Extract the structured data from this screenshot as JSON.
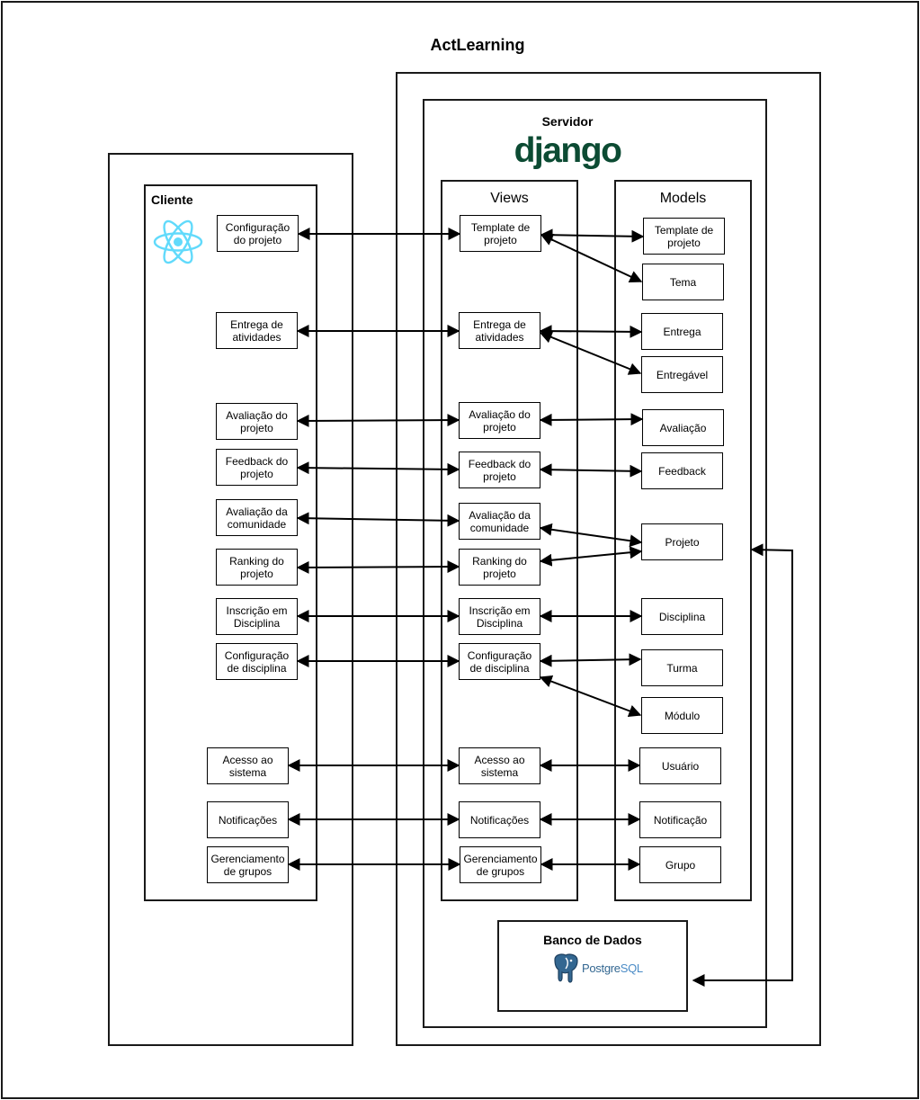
{
  "diagram": {
    "title": "ActLearning",
    "server": {
      "title": "Servidor",
      "framework_logo": "django",
      "framework_logo_color": "#0c4b33"
    },
    "client": {
      "title": "Cliente",
      "logo_icon": "react-atom-icon",
      "logo_color": "#61dafb",
      "components": [
        "Configuração\ndo projeto",
        "Entrega de\natividades",
        "Avaliação do\nprojeto",
        "Feedback do\nprojeto",
        "Avaliação da\ncomunidade",
        "Ranking do\nprojeto",
        "Inscrição em\nDisciplina",
        "Configuração\nde disciplina",
        "Acesso ao\nsistema",
        "Notificações",
        "Gerenciamento\nde grupos"
      ]
    },
    "views": {
      "title": "Views",
      "items": [
        "Template de\nprojeto",
        "Entrega de\natividades",
        "Avaliação do\nprojeto",
        "Feedback do\nprojeto",
        "Avaliação da\ncomunidade",
        "Ranking do\nprojeto",
        "Inscrição em\nDisciplina",
        "Configuração\nde disciplina",
        "Acesso ao\nsistema",
        "Notificações",
        "Gerenciamento\nde grupos"
      ]
    },
    "models": {
      "title": "Models",
      "items": [
        "Template de\nprojeto",
        "Tema",
        "Entrega",
        "Entregável",
        "Avaliação",
        "Feedback",
        "Projeto",
        "Disciplina",
        "Turma",
        "Módulo",
        "Usuário",
        "Notificação",
        "Grupo"
      ]
    },
    "database": {
      "title": "Banco de Dados",
      "logo_text_a": "Postgre",
      "logo_text_b": "SQL",
      "logo_color": "#336791"
    }
  }
}
